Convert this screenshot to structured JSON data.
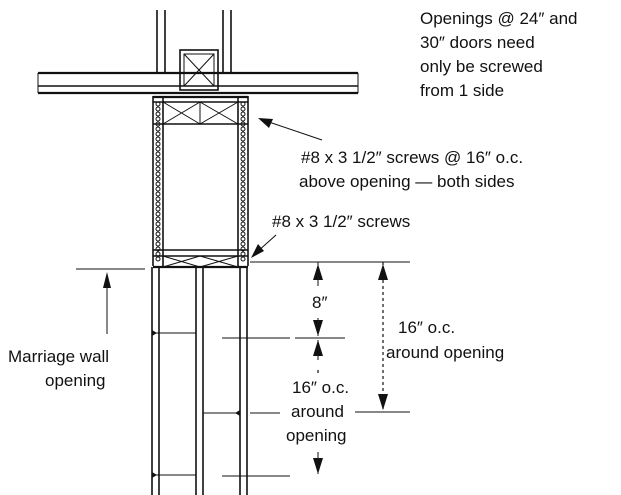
{
  "labels": {
    "openings_note": [
      "Openings @ 24″ and",
      "30″ doors need",
      "only be screwed",
      "from 1 side"
    ],
    "screws_above": [
      "#8 x 3 1/2″ screws @ 16″ o.c.",
      "above opening — both sides"
    ],
    "screws": "#8 x 3 1/2″ screws",
    "dim_8": "8″",
    "dim_16_right": [
      "16″ o.c.",
      "around opening"
    ],
    "dim_16_lower": [
      "16″ o.c.",
      "around",
      "opening"
    ],
    "marriage_wall": [
      "Marriage wall",
      "opening"
    ]
  },
  "colors": {
    "line": "#111111",
    "background": "#ffffff"
  }
}
